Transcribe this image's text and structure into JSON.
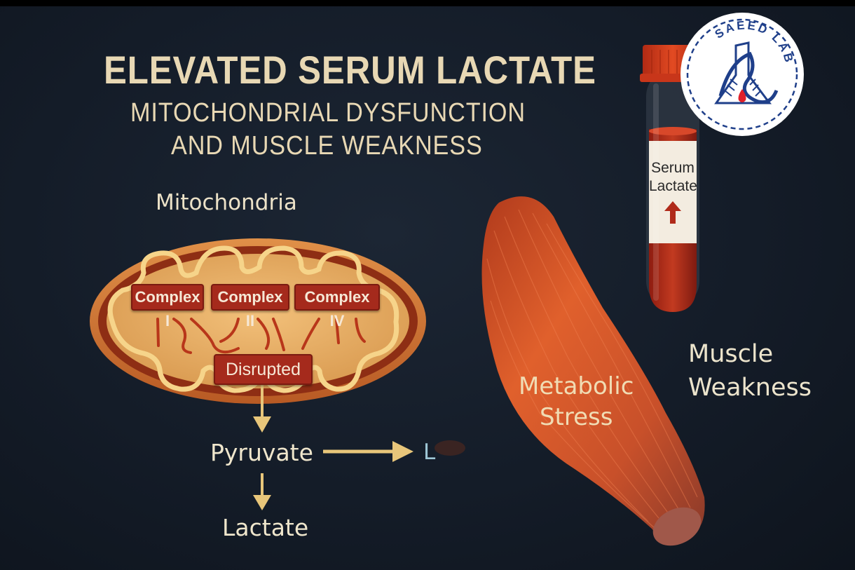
{
  "title": "ELEVATED SERUM LACTATE",
  "subtitle_line1": "MITOCHONDRIAL DYSFUNCTION",
  "subtitle_line2": "AND MUSCLE WEAKNESS",
  "mitochondria": {
    "label": "Mitochondria",
    "complexes": [
      "Complex I",
      "Complex II",
      "Complex IV"
    ],
    "status": "Disrupted"
  },
  "pathway": {
    "pyruvate": "Pyruvate",
    "lactate": "Lactate",
    "truncated_label": "L"
  },
  "muscle": {
    "label_line1": "Metabolic",
    "label_line2": "Stress",
    "effect_line1": "Muscle",
    "effect_line2": "Weakness"
  },
  "tube": {
    "label_line1": "Serum",
    "label_line2": "Lactate",
    "indicator": "up-arrow-icon"
  },
  "logo": {
    "text": "SAEED LAB"
  },
  "colors": {
    "background": "#141c28",
    "title": "#e8d8b4",
    "complex_box": "#a52a1c",
    "arrow": "#e8c67a",
    "muscle": "#d4502a",
    "logo_blue": "#1f3f8a",
    "blood_drop": "#e0202a"
  }
}
